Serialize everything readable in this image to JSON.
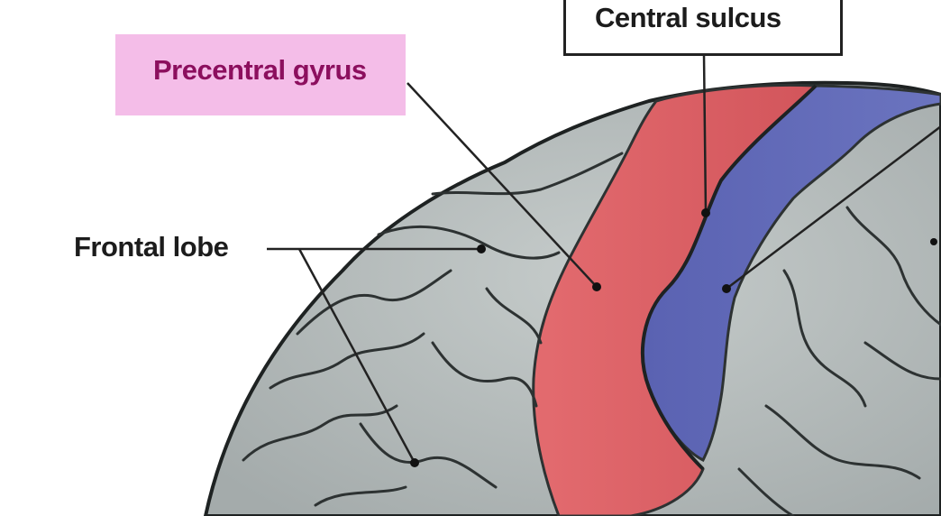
{
  "labels": {
    "precentral_gyrus": "Precentral gyrus",
    "central_sulcus": "Central sulcus",
    "frontal_lobe": "Frontal lobe"
  },
  "colors": {
    "precentral_region": "#e06266",
    "postcentral_region": "#5b63b3",
    "cortex_gray": "#b7bdbd",
    "sulcus_line": "#2d3232",
    "highlight_box": "#f4bde8",
    "highlight_text": "#8c0f5e"
  }
}
